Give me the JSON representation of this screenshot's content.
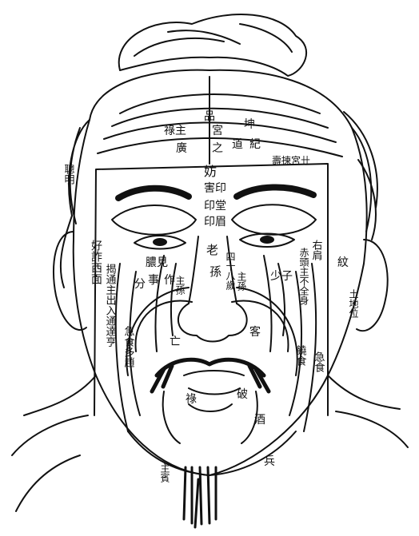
{
  "colors": {
    "ink": "#111111",
    "paper": "#ffffff"
  },
  "labels": {
    "forehead_top": "品",
    "palace": "宮",
    "kun": "坤",
    "lu_zhu": "祿主",
    "dao": "道",
    "guang": "廣",
    "zhi": "之",
    "zhi_ji": "紀",
    "upper_right": "壽揀宮卄",
    "left_temple": "聰明",
    "center_col_1": "妨",
    "center_col_2": "害印",
    "center_col_3": "印堂",
    "center_col_4": "印眉",
    "lao": "老",
    "sun": "孫",
    "left_eye_row": "膿見",
    "right_eye_row": "四十八歲",
    "left_cheek_1": "好詐西面",
    "left_cheek_2": "揭通主出入通達亨",
    "fen": "分",
    "shi": "事",
    "zuo": "作",
    "zhu_fen": "主孫",
    "zhu_zi": "主孫",
    "mouth_left": "亡",
    "mouth_right": "客",
    "cheek_lower_left": "急食多趙",
    "shao_zi": "少子",
    "right_vertical_1": "右肩",
    "right_vertical_2": "赤頭主不全身",
    "wen": "紋",
    "right_side": "土地位",
    "rao_shi": "饒食",
    "ji_shi": "急食",
    "lu": "祿",
    "po": "破",
    "jiu": "酒",
    "chin_left": "主賓",
    "chin_right": "兵"
  }
}
